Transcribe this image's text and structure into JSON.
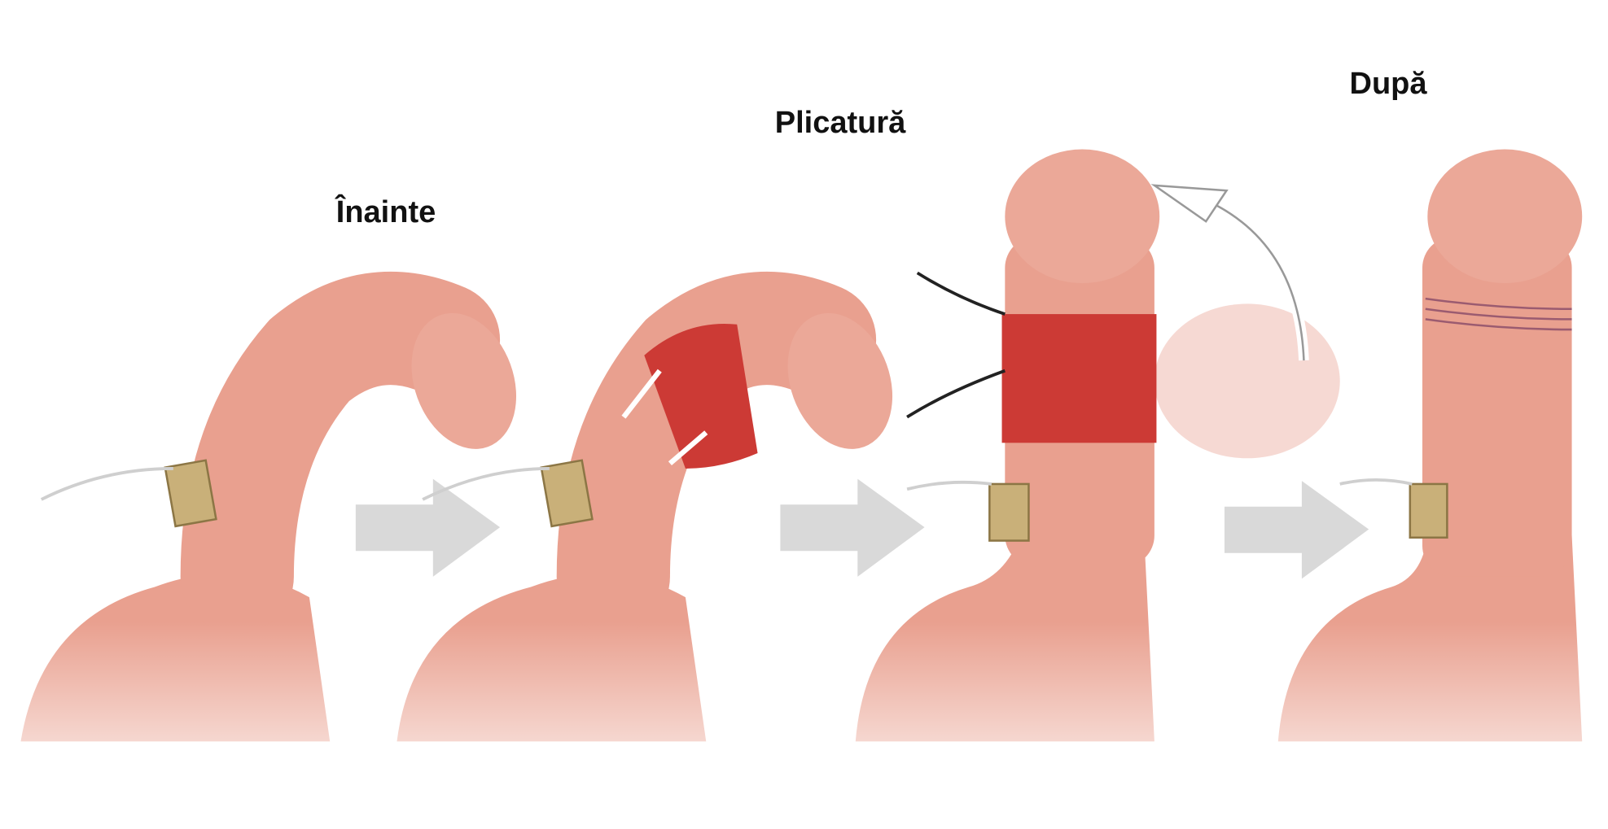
{
  "labels": {
    "before": "Înainte",
    "plication": "Plicatură",
    "after": "După"
  },
  "colors": {
    "tissue": "#e9a08f",
    "tissue_dark": "#d98573",
    "plicated_band": "#cc3a35",
    "arrow": "#d9d9d9",
    "clamp": "#c9b079",
    "ghost": "#f4cfc8"
  },
  "icons": [
    "right-arrow-icon",
    "right-arrow-icon",
    "right-arrow-icon",
    "curved-arrow-icon"
  ]
}
